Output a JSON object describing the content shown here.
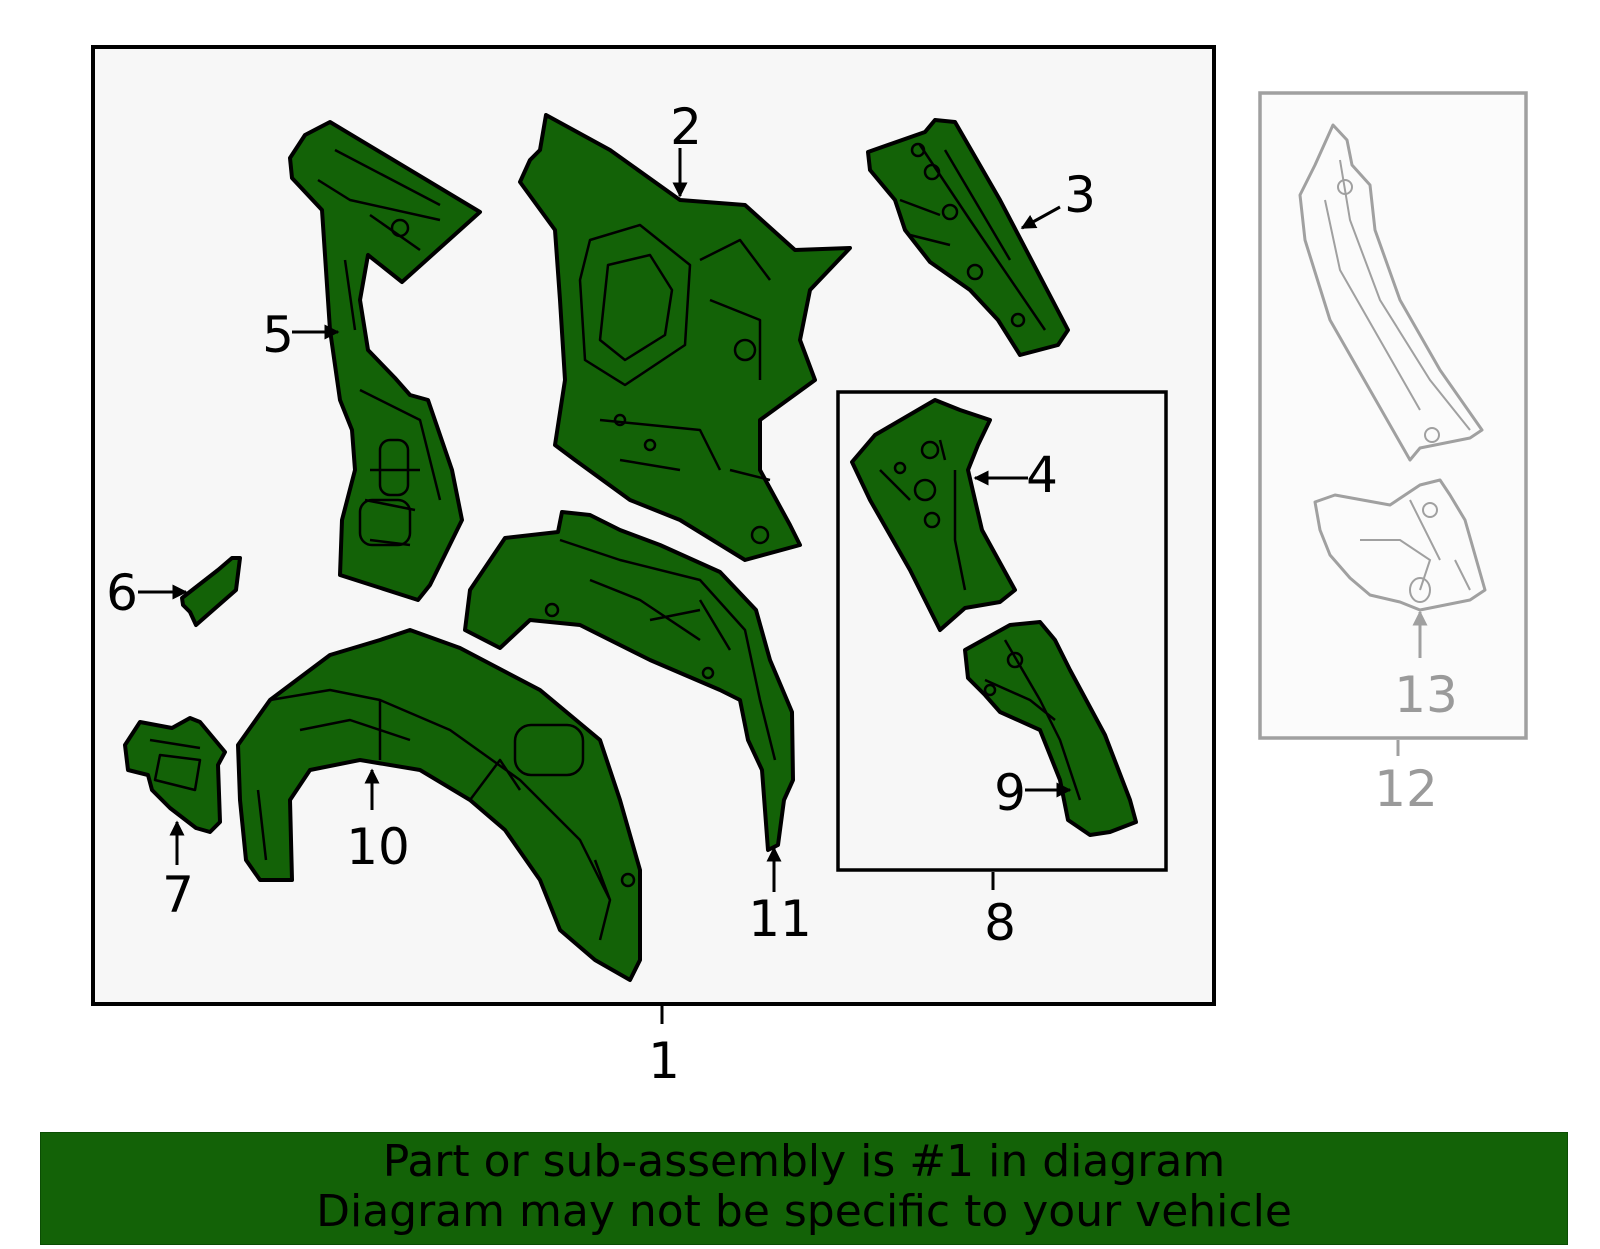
{
  "diagram": {
    "callouts": {
      "c1": "1",
      "c2": "2",
      "c3": "3",
      "c4": "4",
      "c5": "5",
      "c6": "6",
      "c7": "7",
      "c8": "8",
      "c9": "9",
      "c10": "10",
      "c11": "11",
      "c12": "12",
      "c13": "13"
    },
    "colors": {
      "part_fill": "#136207",
      "outline": "#000000",
      "panel_background": "#f7f7f7",
      "ghost_outline": "#a0a0a0"
    }
  },
  "banner": {
    "line1": "Part or sub-assembly is #1 in diagram",
    "line2": "Diagram may not be specific to your vehicle",
    "background": "#136207"
  }
}
